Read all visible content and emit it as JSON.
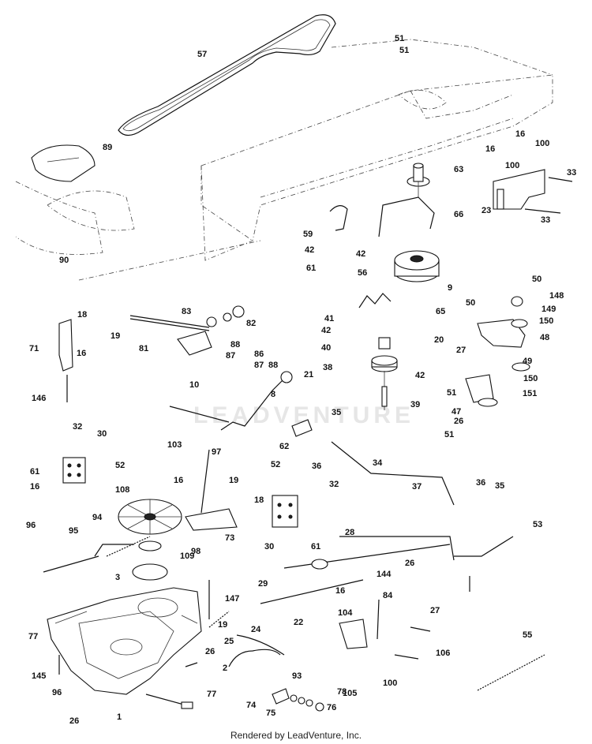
{
  "footer": "Rendered by LeadVenture, Inc.",
  "watermark": "LEADVENTURE",
  "callouts": [
    "57",
    "51",
    "51",
    "89",
    "63",
    "16",
    "16",
    "100",
    "100",
    "33",
    "23",
    "33",
    "66",
    "59",
    "42",
    "42",
    "61",
    "56",
    "9",
    "65",
    "20",
    "90",
    "50",
    "50",
    "148",
    "149",
    "150",
    "48",
    "83",
    "82",
    "18",
    "19",
    "16",
    "71",
    "81",
    "88",
    "87",
    "86",
    "87",
    "88",
    "21",
    "8",
    "41",
    "42",
    "40",
    "38",
    "42",
    "39",
    "146",
    "10",
    "35",
    "62",
    "27",
    "49",
    "150",
    "151",
    "51",
    "47",
    "26",
    "51",
    "32",
    "30",
    "103",
    "61",
    "52",
    "16",
    "108",
    "97",
    "36",
    "34",
    "37",
    "36",
    "35",
    "52",
    "32",
    "16",
    "19",
    "18",
    "94",
    "73",
    "96",
    "95",
    "98",
    "109",
    "3",
    "30",
    "61",
    "28",
    "53",
    "26",
    "27",
    "29",
    "144",
    "84",
    "16",
    "104",
    "22",
    "147",
    "25",
    "19",
    "24",
    "77",
    "26",
    "2",
    "106",
    "93",
    "100",
    "105",
    "145",
    "96",
    "77",
    "74",
    "78",
    "75",
    "76",
    "26",
    "1",
    "55"
  ],
  "colors": {
    "ink": "#111111",
    "paper": "#ffffff",
    "watermark": "#e6e6e6"
  }
}
